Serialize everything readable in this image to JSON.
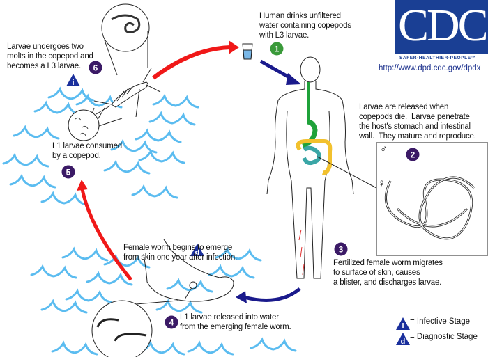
{
  "logo": {
    "text": "CDC",
    "tagline": "SAFER·HEALTHIER·PEOPLE™",
    "url": "http://www.dpd.cdc.gov/dpdx",
    "color": "#1a3f94"
  },
  "steps": [
    {
      "number": "1",
      "color": "#3a9a3a",
      "text": "Human drinks unfiltered\nwater containing copepods\nwith L3 larvae."
    },
    {
      "number": "2",
      "color": "#3b1a66",
      "text": "Larvae are released when\ncopepods die.  Larvae penetrate\nthe host's stomach and intestinal\nwall.  They mature and reproduce."
    },
    {
      "number": "3",
      "color": "#3b1a66",
      "text": "Fertilized female worm migrates\nto surface of skin, causes\na blister, and discharges larvae."
    },
    {
      "number": "4",
      "color": "#3b1a66",
      "text": "L1 larvae released into water\nfrom the emerging female worm."
    },
    {
      "number": "5",
      "color": "#3b1a66",
      "text": "L1 larvae consumed\nby a copepod."
    },
    {
      "number": "6",
      "color": "#3b1a66",
      "text": "Larvae undergoes two\nmolts in the copepod and\nbecomes a L3 larvae."
    }
  ],
  "emerge_note": "Female worm begins to emerge\nfrom skin one year after infection.",
  "sex_symbols": {
    "male": "♂",
    "female": "♀"
  },
  "legend": [
    {
      "symbol": "i",
      "label": "= Infective Stage"
    },
    {
      "symbol": "d",
      "label": "= Diagnostic Stage"
    }
  ],
  "colors": {
    "water": "#5bbcf0",
    "red_arrow": "#f01818",
    "blue_arrow": "#1a1a8c",
    "triangle": "#1a2f9c",
    "gut_green": "#1fa23a",
    "gut_yellow": "#f2c12e",
    "gut_teal": "#3aa6a6"
  }
}
